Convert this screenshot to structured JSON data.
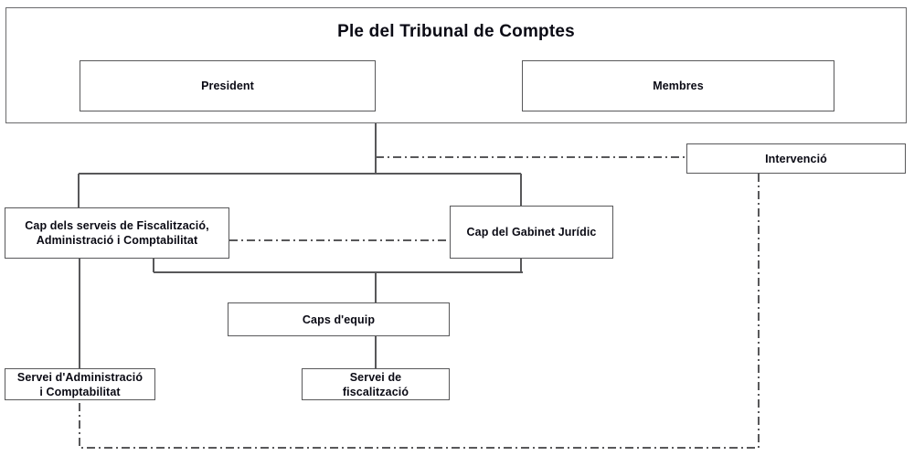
{
  "diagram": {
    "title": "Ple del Tribunal de Comptes",
    "language": "ca",
    "colors": {
      "box_border": "#58585a",
      "container_border": "#6a6a6c",
      "text": "#0a0a14",
      "solid_connector": "#58585a",
      "dashed_connector": "#58585a",
      "background": "#ffffff"
    },
    "nodes": {
      "plenary": "Ple del Tribunal de Comptes",
      "president": "President",
      "membres": "Membres",
      "intervencio": "Intervenció",
      "cap_fiscalitzacio": "Cap dels serveis de Fiscalització,\nAdministració i Comptabilitat",
      "cap_gabinet": "Cap del Gabinet Jurídic",
      "caps_equip": "Caps d'equip",
      "servei_administracio": "Servei d'Administració\ni Comptabilitat",
      "servei_fiscalitzacio": "Servei de\nfiscalització"
    },
    "edges": [
      {
        "from": "plenary",
        "to": "cap_fiscalitzacio",
        "style": "solid"
      },
      {
        "from": "plenary",
        "to": "cap_gabinet",
        "style": "solid"
      },
      {
        "from": "plenary",
        "to": "intervencio",
        "style": "dashed"
      },
      {
        "from": "cap_fiscalitzacio",
        "to": "cap_gabinet",
        "style": "dashed"
      },
      {
        "from": "cap_fiscalitzacio",
        "to": "servei_administracio",
        "style": "solid"
      },
      {
        "from": "cap_fiscalitzacio",
        "to": "caps_equip",
        "style": "solid"
      },
      {
        "from": "cap_gabinet",
        "to": "caps_equip",
        "style": "solid"
      },
      {
        "from": "caps_equip",
        "to": "servei_fiscalitzacio",
        "style": "solid"
      },
      {
        "from": "servei_administracio",
        "to": "intervencio",
        "style": "dashed"
      }
    ]
  }
}
